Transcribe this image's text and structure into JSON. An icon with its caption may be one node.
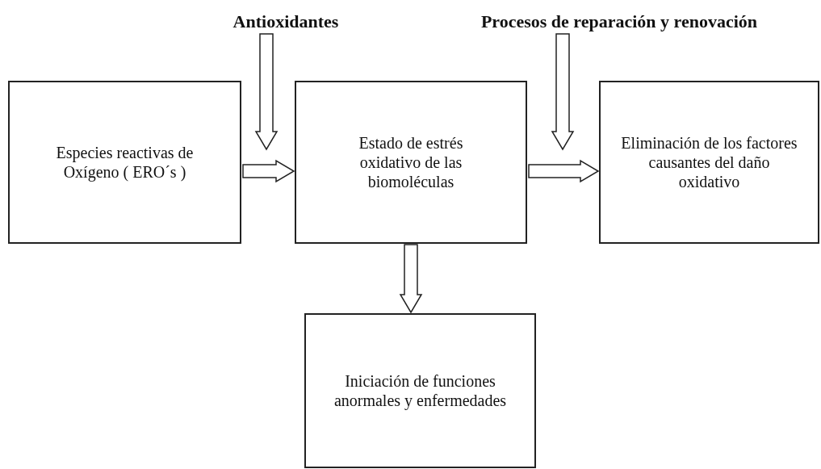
{
  "diagram": {
    "nodes": [
      {
        "text": [
          "**Antioxidante**s"
        ]
      },
      {
        "text": [
          "Procesos de reparación y renovación"
        ]
      },
      {
        "text": [
          "Especies reactivas de Oxígeno ( ERO´s )"
        ]
      },
      {
        "text": [
          "Estado de estrés oxidativo de las biomoléculas"
        ]
      },
      {
        "text": [
          "Eliminación de los factores causantes del daño oxidativo"
        ]
      },
      {
        "text": [
          "Iniciación de funciones anormales y enfermedades"
        ]
      }
    ],
    "edges": [
      {
        "from": 0,
        "to": null,
        "arrow": "to"
      },
      {
        "from": 1,
        "to": null,
        "arrow": "to"
      },
      {
        "from": 2,
        "to": 3,
        "arrow": "to"
      },
      {
        "from": 3,
        "to": 4,
        "arrow": "to"
      },
      {
        "from": 3,
        "to": 5,
        "arrow": "to"
      }
    ]
  }
}
